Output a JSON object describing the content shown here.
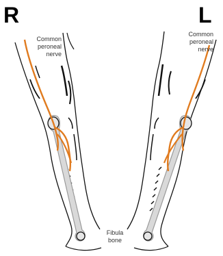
{
  "side_labels": {
    "right": "R",
    "left": "L"
  },
  "labels": {
    "nerve_right": [
      "Common",
      "peroneal",
      "nerve"
    ],
    "nerve_left": [
      "Common",
      "peroneal",
      "nerve"
    ],
    "bone": [
      "Fibula",
      "bone"
    ]
  },
  "colors": {
    "nerve": "#e07b1f",
    "bone_fill": "#d9d9d9",
    "bone_stroke": "#9a9a9a",
    "outline": "#111111"
  }
}
